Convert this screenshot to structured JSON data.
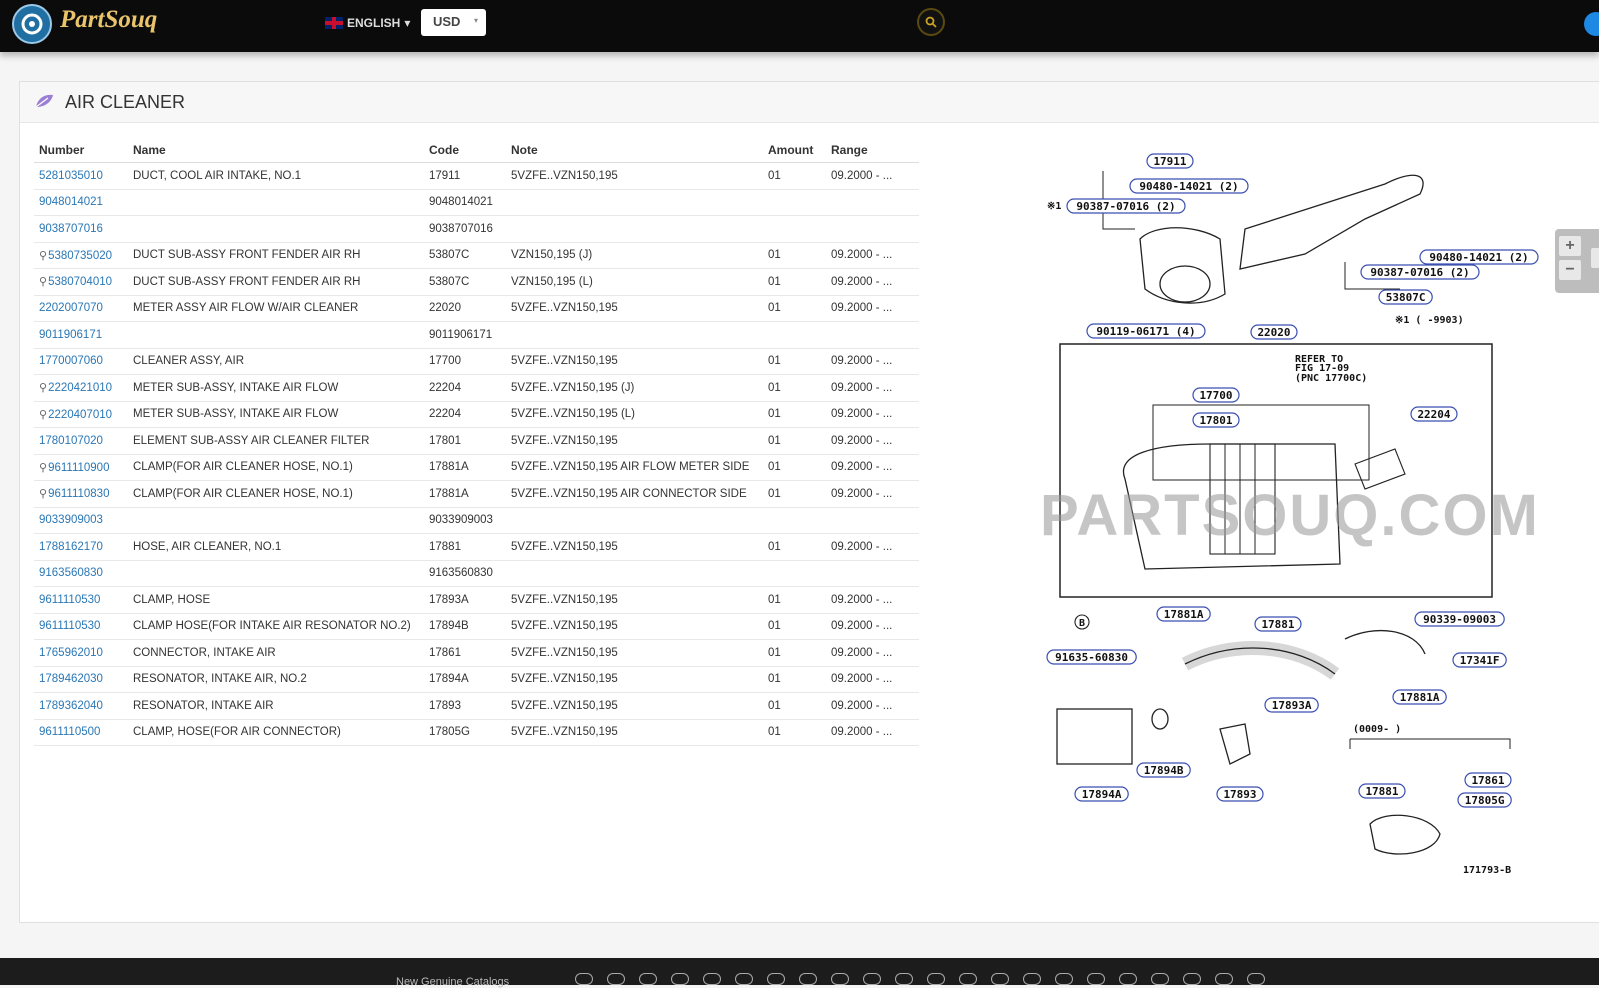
{
  "header": {
    "logo_text": "PartSouq",
    "language": "ENGLISH",
    "currency": "USD",
    "currency_caret": "▾",
    "language_caret": "▾"
  },
  "panel": {
    "title": "AIR CLEANER"
  },
  "table": {
    "columns": [
      "Number",
      "Name",
      "Code",
      "Note",
      "Amount",
      "Range"
    ],
    "rows": [
      {
        "number": "5281035010",
        "replaced": false,
        "name": "DUCT, COOL AIR INTAKE, NO.1",
        "code": "17911",
        "note": "5VZFE..VZN150,195",
        "amount": "01",
        "range": "09.2000 - ..."
      },
      {
        "number": "9048014021",
        "replaced": false,
        "name": "",
        "code": "9048014021",
        "note": "",
        "amount": "",
        "range": ""
      },
      {
        "number": "9038707016",
        "replaced": false,
        "name": "",
        "code": "9038707016",
        "note": "",
        "amount": "",
        "range": ""
      },
      {
        "number": "5380735020",
        "replaced": true,
        "name": "DUCT SUB-ASSY FRONT FENDER AIR RH",
        "code": "53807C",
        "note": "VZN150,195 (J)",
        "amount": "01",
        "range": "09.2000 - ..."
      },
      {
        "number": "5380704010",
        "replaced": true,
        "name": "DUCT SUB-ASSY FRONT FENDER AIR RH",
        "code": "53807C",
        "note": "VZN150,195 (L)",
        "amount": "01",
        "range": "09.2000 - ..."
      },
      {
        "number": "2202007070",
        "replaced": false,
        "name": "METER ASSY AIR FLOW W/AIR CLEANER",
        "code": "22020",
        "note": "5VZFE..VZN150,195",
        "amount": "01",
        "range": "09.2000 - ..."
      },
      {
        "number": "9011906171",
        "replaced": false,
        "name": "",
        "code": "9011906171",
        "note": "",
        "amount": "",
        "range": ""
      },
      {
        "number": "1770007060",
        "replaced": false,
        "name": "CLEANER ASSY, AIR",
        "code": "17700",
        "note": "5VZFE..VZN150,195",
        "amount": "01",
        "range": "09.2000 - ..."
      },
      {
        "number": "2220421010",
        "replaced": true,
        "name": "METER SUB-ASSY, INTAKE AIR FLOW",
        "code": "22204",
        "note": "5VZFE..VZN150,195 (J)",
        "amount": "01",
        "range": "09.2000 - ..."
      },
      {
        "number": "2220407010",
        "replaced": true,
        "name": "METER SUB-ASSY, INTAKE AIR FLOW",
        "code": "22204",
        "note": "5VZFE..VZN150,195 (L)",
        "amount": "01",
        "range": "09.2000 - ..."
      },
      {
        "number": "1780107020",
        "replaced": false,
        "name": "ELEMENT SUB-ASSY AIR CLEANER FILTER",
        "code": "17801",
        "note": "5VZFE..VZN150,195",
        "amount": "01",
        "range": "09.2000 - ..."
      },
      {
        "number": "9611110900",
        "replaced": true,
        "name": "CLAMP(FOR AIR CLEANER HOSE, NO.1)",
        "code": "17881A",
        "note": "5VZFE..VZN150,195 AIR FLOW METER SIDE",
        "amount": "01",
        "range": "09.2000 - ..."
      },
      {
        "number": "9611110830",
        "replaced": true,
        "name": "CLAMP(FOR AIR CLEANER HOSE, NO.1)",
        "code": "17881A",
        "note": "5VZFE..VZN150,195 AIR CONNECTOR SIDE",
        "amount": "01",
        "range": "09.2000 - ..."
      },
      {
        "number": "9033909003",
        "replaced": false,
        "name": "",
        "code": "9033909003",
        "note": "",
        "amount": "",
        "range": ""
      },
      {
        "number": "1788162170",
        "replaced": false,
        "name": "HOSE, AIR CLEANER, NO.1",
        "code": "17881",
        "note": "5VZFE..VZN150,195",
        "amount": "01",
        "range": "09.2000 - ..."
      },
      {
        "number": "9163560830",
        "replaced": false,
        "name": "",
        "code": "9163560830",
        "note": "",
        "amount": "",
        "range": ""
      },
      {
        "number": "9611110530",
        "replaced": false,
        "name": "CLAMP, HOSE",
        "code": "17893A",
        "note": "5VZFE..VZN150,195",
        "amount": "01",
        "range": "09.2000 - ..."
      },
      {
        "number": "9611110530",
        "replaced": false,
        "name": "CLAMP HOSE(FOR INTAKE AIR RESONATOR NO.2)",
        "code": "17894B",
        "note": "5VZFE..VZN150,195",
        "amount": "01",
        "range": "09.2000 - ..."
      },
      {
        "number": "1765962010",
        "replaced": false,
        "name": "CONNECTOR, INTAKE AIR",
        "code": "17861",
        "note": "5VZFE..VZN150,195",
        "amount": "01",
        "range": "09.2000 - ..."
      },
      {
        "number": "1789462030",
        "replaced": false,
        "name": "RESONATOR, INTAKE AIR, NO.2",
        "code": "17894A",
        "note": "5VZFE..VZN150,195",
        "amount": "01",
        "range": "09.2000 - ..."
      },
      {
        "number": "1789362040",
        "replaced": false,
        "name": "RESONATOR, INTAKE AIR",
        "code": "17893",
        "note": "5VZFE..VZN150,195",
        "amount": "01",
        "range": "09.2000 - ..."
      },
      {
        "number": "9611110500",
        "replaced": false,
        "name": "CLAMP, HOSE(FOR AIR CONNECTOR)",
        "code": "17805G",
        "note": "5VZFE..VZN150,195",
        "amount": "01",
        "range": "09.2000 - ..."
      }
    ]
  },
  "diagram": {
    "watermark": "PARTSOUQ.COM",
    "labels": [
      "17911",
      "90480-14021 (2)",
      "90387-07016 (2)",
      "90480-14021 (2)",
      "90387-07016 (2)",
      "53807C",
      "90119-06171 (4)",
      "22020",
      "17700",
      "17801",
      "22204",
      "17881A",
      "17881",
      "90339-09003",
      "91635-60830",
      "17341F",
      "17893A",
      "17881A",
      "17894B",
      "17894A",
      "17893",
      "17861",
      "17805G",
      "17881"
    ],
    "texts": {
      "note1_mark": "※1",
      "note1_range": "※1 (     -9903)",
      "refer": [
        "REFER TO",
        "FIG 17-09",
        "(PNC 17700C)"
      ],
      "b_mark": "B",
      "range_0009": "(0009-     )",
      "fig_id": "171793-B"
    },
    "zoom_in": "+",
    "zoom_out": "−"
  },
  "footer": {
    "label": "New Genuine Catalogs",
    "brand_count": 22
  },
  "colors": {
    "link": "#2a77b5",
    "topbar": "#0b0b0b",
    "callout_border": "#3a4fb0"
  }
}
